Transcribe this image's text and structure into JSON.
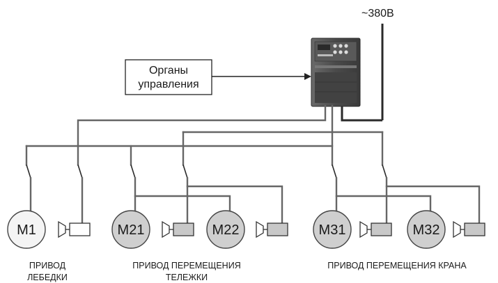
{
  "supply": {
    "label": "~380В"
  },
  "controls": {
    "line1": "Органы",
    "line2": "управления"
  },
  "colors": {
    "motor_light": "#f4f4f4",
    "motor_shaded": "#cfcfcf",
    "brake_light": "#ffffff",
    "brake_shaded": "#c8c8c8"
  },
  "motors": [
    {
      "label": "M1",
      "shade": "light"
    },
    {
      "label": "M21",
      "shade": "shaded"
    },
    {
      "label": "M22",
      "shade": "shaded"
    },
    {
      "label": "M31",
      "shade": "shaded"
    },
    {
      "label": "M32",
      "shade": "shaded"
    }
  ],
  "captions": {
    "winch_line1": "ПРИВОД",
    "winch_line2": "ЛЕБЕДКИ",
    "trolley_line1": "ПРИВОД ПЕРЕМЕЩЕНИЯ",
    "trolley_line2": "ТЕЛЕЖКИ",
    "crane_line1": "ПРИВОД ПЕРЕМЕЩЕНИЯ КРАНА"
  }
}
